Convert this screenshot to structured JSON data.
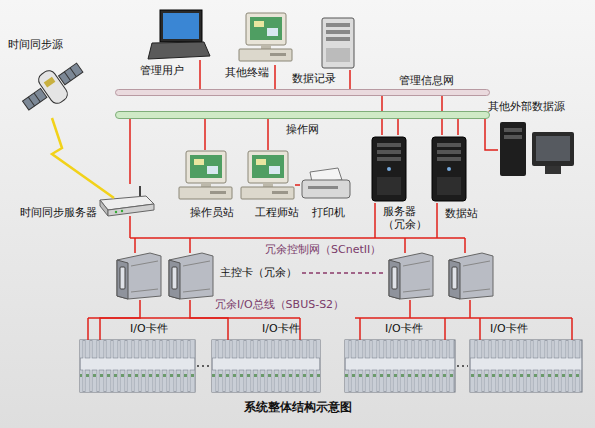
{
  "diagram": {
    "caption": "系统整体结构示意图",
    "nodes": [
      {
        "text": [
          "时间同步源"
        ]
      },
      {
        "text": [
          "管理用户"
        ]
      },
      {
        "text": [
          "其他终端"
        ]
      },
      {
        "text": [
          "数据记录"
        ]
      },
      {
        "text": [
          "管理信息网"
        ]
      },
      {
        "text": [
          "操作网"
        ]
      },
      {
        "text": [
          "其他外部数据源"
        ]
      },
      {
        "text": [
          "时间同步服务器"
        ]
      },
      {
        "text": [
          "操作员站"
        ]
      },
      {
        "text": [
          "工程师站"
        ]
      },
      {
        "text": [
          "打印机"
        ]
      },
      {
        "text": [
          "服务器 （冗余）"
        ]
      },
      {
        "text": [
          "数据站"
        ]
      },
      {
        "text": [
          "主控卡（冗余）"
        ]
      },
      {
        "text": [
          "I/O卡件"
        ]
      },
      {
        "text": [
          "I/O卡件"
        ]
      },
      {
        "text": [
          "I/O卡件"
        ]
      },
      {
        "text": [
          "I/O卡件"
        ]
      }
    ],
    "edges": [
      {
        "from": 0,
        "to": 7,
        "arrow": "none"
      },
      {
        "from": 1,
        "to": 4,
        "arrow": "none"
      },
      {
        "from": 2,
        "to": 4,
        "arrow": "none"
      },
      {
        "from": 3,
        "to": 4,
        "arrow": "none"
      },
      {
        "from": 11,
        "to": 4,
        "arrow": "none"
      },
      {
        "from": 12,
        "to": 4,
        "arrow": "none"
      },
      {
        "from": 7,
        "to": 5,
        "arrow": "none"
      },
      {
        "from": 8,
        "to": 5,
        "arrow": "none"
      },
      {
        "from": 9,
        "to": 5,
        "arrow": "none"
      },
      {
        "from": 11,
        "to": 5,
        "arrow": "none"
      },
      {
        "from": 12,
        "to": 5,
        "arrow": "none"
      },
      {
        "from": 6,
        "to": 5,
        "arrow": "none"
      },
      {
        "from": 9,
        "to": 10,
        "arrow": "none"
      },
      {
        "from": 13,
        "to": 14,
        "arrow": "none"
      },
      {
        "from": 13,
        "to": 15,
        "arrow": "none"
      }
    ],
    "labels": [
      "冗余控制网（SCnetII）",
      "冗余I/O总线（SBUS-S2）"
    ]
  }
}
